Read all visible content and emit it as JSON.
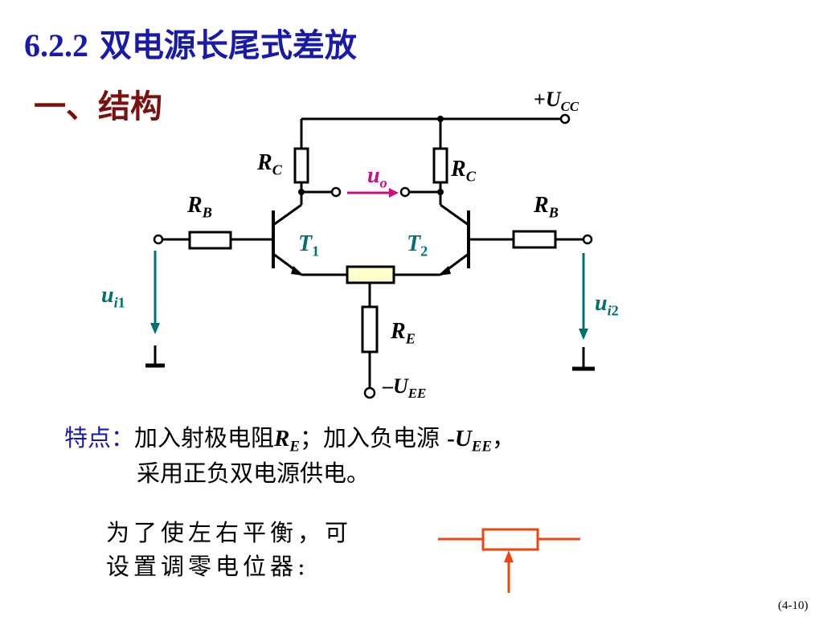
{
  "title": {
    "number": "6.2.2",
    "text": " 双电源长尾式差放"
  },
  "subtitle": "一、结构",
  "circuit": {
    "vcc": {
      "sign": "+",
      "sym": "U",
      "sub": "CC"
    },
    "vee": {
      "sign": "–",
      "sym": "U",
      "sub": "EE"
    },
    "rc_left": {
      "sym": "R",
      "sub": "C"
    },
    "rc_right": {
      "sym": "R",
      "sub": "C"
    },
    "rb_left": {
      "sym": "R",
      "sub": "B"
    },
    "rb_right": {
      "sym": "R",
      "sub": "B"
    },
    "re": {
      "sym": "R",
      "sub": "E"
    },
    "t1": {
      "sym": "T",
      "sub": "1"
    },
    "t2": {
      "sym": "T",
      "sub": "2"
    },
    "uo": {
      "sym": "u",
      "sub": "o"
    },
    "ui1": {
      "sym": "u",
      "sub_i": "i",
      "sub_n": "1"
    },
    "ui2": {
      "sym": "u",
      "sub_i": "i",
      "sub_n": "2"
    },
    "colors": {
      "wire": "#000000",
      "teal": "#007070",
      "magenta": "#cc0e7a",
      "pot_fill": "#ffffcc",
      "pot_orange": "#ee4411"
    }
  },
  "feature": {
    "head": "特点：",
    "t1": "加入射极电阻",
    "re_sym": "R",
    "re_sub": "E",
    "t2": "；加入负电源 ",
    "uee_prefix": "-",
    "uee_sym": "U",
    "uee_sub": "EE",
    "t3": "，",
    "line2": "采用正负双电源供电。"
  },
  "note": {
    "line1": "为了使左右平衡，可",
    "line2": "设置调零电位器:"
  },
  "page_number": "(4-10)"
}
